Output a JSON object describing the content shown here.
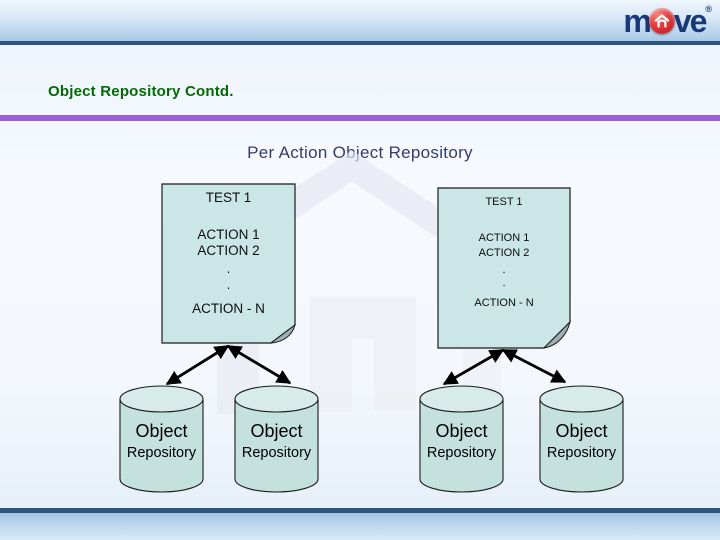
{
  "header": {
    "logo_pre": "m",
    "logo_post": "ve",
    "logo_reg": "®"
  },
  "title": "Object Repository Contd.",
  "subtitle": "Per Action Object Repository",
  "documents": [
    {
      "title": "TEST 1",
      "lines": [
        "ACTION 1",
        "ACTION 2",
        ".",
        ".",
        "ACTION - N"
      ]
    },
    {
      "title": "TEST 1",
      "lines": [
        "ACTION 1",
        "ACTION 2",
        ".",
        ".",
        "ACTION - N"
      ]
    }
  ],
  "cylinders": [
    {
      "line1": "Object",
      "line2": "Repository"
    },
    {
      "line1": "Object",
      "line2": "Repository"
    },
    {
      "line1": "Object",
      "line2": "Repository"
    },
    {
      "line1": "Object",
      "line2": "Repository"
    }
  ],
  "colors": {
    "title_green": "#036903",
    "accent_purple": "#9c5fd4",
    "rule_navy": "#2d5580",
    "doc_fill": "#cbe6e6",
    "cylinder_fill": "#c5e1de",
    "cylinder_top_fill": "#d7ebe9",
    "logo_navy": "#183878",
    "logo_red": "#c2161f",
    "subtitle_navy": "#373a6d"
  }
}
